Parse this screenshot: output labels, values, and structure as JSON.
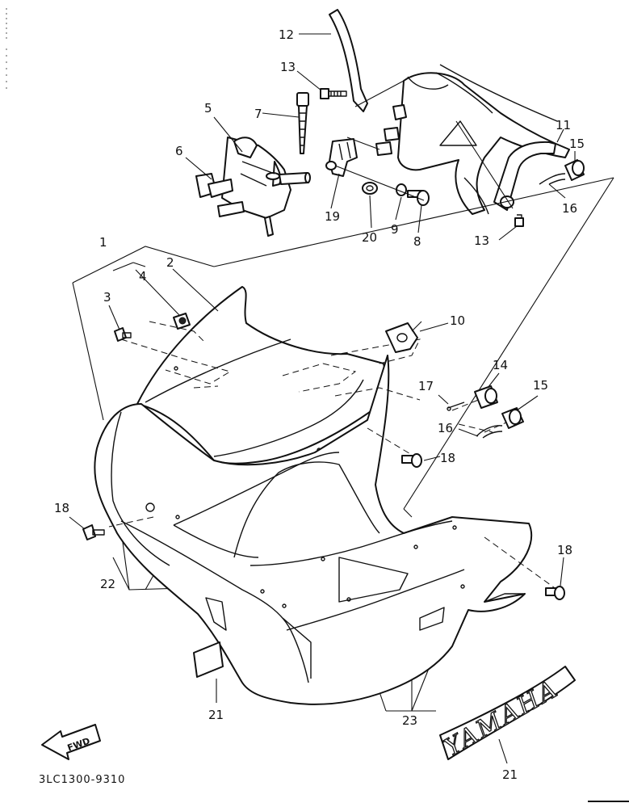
{
  "diagram": {
    "catalog_code": "3LC1300-9310",
    "fwd_label": "FWD",
    "brand_label": "YAMAHA",
    "callouts": {
      "c1": "1",
      "c2": "2",
      "c3": "3",
      "c4": "4",
      "c5": "5",
      "c6": "6",
      "c7": "7",
      "c8": "8",
      "c9": "9",
      "c10": "10",
      "c11": "11",
      "c12": "12",
      "c13a": "13",
      "c13b": "13",
      "c14": "14",
      "c15a": "15",
      "c15b": "15",
      "c16a": "16",
      "c16b": "16",
      "c17": "17",
      "c18a": "18",
      "c18b": "18",
      "c18c": "18",
      "c19": "19",
      "c20": "20",
      "c21a": "21",
      "c21b": "21",
      "c22": "22",
      "c23": "23"
    }
  }
}
